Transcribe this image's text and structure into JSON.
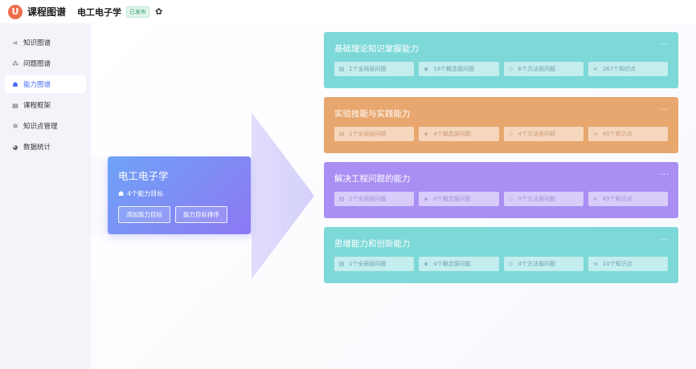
{
  "header": {
    "logo_glyph": "U",
    "app_title": "课程图谱",
    "course_title": "电工电子学",
    "status": "已发布",
    "settings_icon": "gear-icon"
  },
  "sidebar": {
    "items": [
      {
        "label": "知识图谱",
        "icon": "share-nodes-icon",
        "glyph": "⋖",
        "active": false
      },
      {
        "label": "问题图谱",
        "icon": "hierarchy-icon",
        "glyph": "⁂",
        "active": false
      },
      {
        "label": "能力图谱",
        "icon": "badge-icon",
        "glyph": "☗",
        "active": true
      },
      {
        "label": "课程框架",
        "icon": "book-icon",
        "glyph": "▤",
        "active": false
      },
      {
        "label": "知识点管理",
        "icon": "gear-icon",
        "glyph": "✲",
        "active": false
      },
      {
        "label": "数据统计",
        "icon": "pie-chart-icon",
        "glyph": "◕",
        "active": false
      }
    ]
  },
  "center": {
    "title": "电工电子学",
    "subtitle": "4个能力目标",
    "subtitle_icon": "badge-icon",
    "buttons": {
      "add": "添加能力目标",
      "sort": "能力目标排序"
    }
  },
  "goals": [
    {
      "title": "基础理论知识掌握能力",
      "color": "#7dd8d8",
      "stat_color": "#6f9fae",
      "stats": [
        "1个全局层问题",
        "16个概念层问题",
        "6个方法层问题",
        "267个知识点"
      ]
    },
    {
      "title": "实验技能与实践能力",
      "color": "#e8a76e",
      "stat_color": "#c99a76",
      "stats": [
        "1个全局层问题",
        "4个概念层问题",
        "4个方法层问题",
        "40个知识点"
      ]
    },
    {
      "title": "解决工程问题的能力",
      "color": "#a98ff3",
      "stat_color": "#9a8fcf",
      "stats": [
        "2个全局层问题",
        "0个概念层问题",
        "0个方法层问题",
        "45个知识点"
      ]
    },
    {
      "title": "思维能力和创新能力",
      "color": "#7dd8d8",
      "stat_color": "#6f9fae",
      "stats": [
        "1个全局层问题",
        "4个概念层问题",
        "4个方法层问题",
        "10个知识点"
      ]
    }
  ],
  "stat_icons": [
    {
      "name": "document-icon",
      "glyph": "▤"
    },
    {
      "name": "layers-icon",
      "glyph": "◈"
    },
    {
      "name": "tag-icon",
      "glyph": "◇"
    },
    {
      "name": "share-icon",
      "glyph": "⋖"
    }
  ],
  "more_glyph": "···"
}
